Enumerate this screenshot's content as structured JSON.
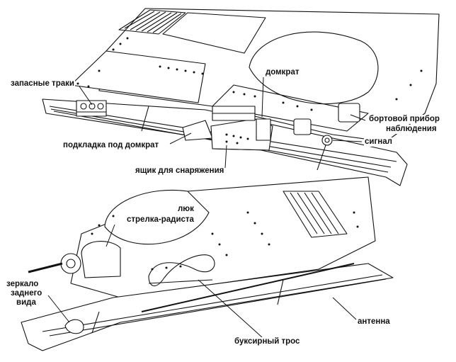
{
  "labels": {
    "spare_tracks": "запасные траки",
    "jack": "домкрат",
    "jack_pad": "подкладка под домкрат",
    "equipment_box": "ящик для снаряжения",
    "side_vision_line1": "бортовой прибор",
    "side_vision_line2": "наблюдения",
    "signal": "сигнал",
    "hatch_line1": "люк",
    "hatch_line2": "стрелка-радиста",
    "mirror_line1": "зеркало",
    "mirror_line2": "заднего",
    "mirror_line3": "вида",
    "antenna": "антенна",
    "tow_cable": "буксирный трос"
  },
  "colors": {
    "ink": "#111111",
    "background": "#ffffff"
  }
}
